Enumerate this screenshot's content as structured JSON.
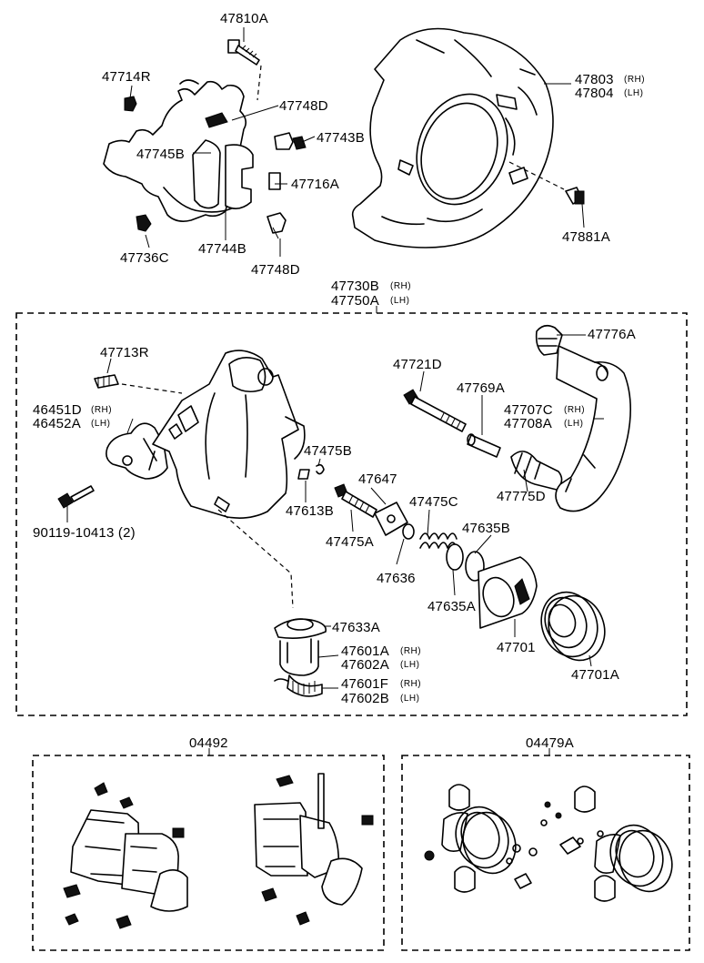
{
  "labels": {
    "l47810A": "47810A",
    "l47714R": "47714R",
    "l47748D_top": "47748D",
    "l47743B": "47743B",
    "l47745B": "47745B",
    "l47716A": "47716A",
    "l47736C": "47736C",
    "l47744B": "47744B",
    "l47748D_bot": "47748D",
    "l47803": "47803",
    "l47804": "47804",
    "l47881A": "47881A",
    "l47730B": "47730B",
    "l47750A": "47750A",
    "l47776A": "47776A",
    "l47713R": "47713R",
    "l47721D": "47721D",
    "l47769A": "47769A",
    "l46451D": "46451D",
    "l46452A": "46452A",
    "l47707C": "47707C",
    "l47708A": "47708A",
    "l47475B": "47475B",
    "l47647": "47647",
    "l47775D": "47775D",
    "l47613B": "47613B",
    "l47475C": "47475C",
    "l90119": "90119-10413 (2)",
    "l47475A": "47475A",
    "l47635B": "47635B",
    "l47636": "47636",
    "l47635A": "47635A",
    "l47633A": "47633A",
    "l47701": "47701",
    "l47601A": "47601A",
    "l47602A": "47602A",
    "l47701A": "47701A",
    "l47601F": "47601F",
    "l47602B": "47602B",
    "l04492": "04492",
    "l04479A": "04479A"
  },
  "side_tags": {
    "rh": "(RH)",
    "lh": "(LH)"
  }
}
